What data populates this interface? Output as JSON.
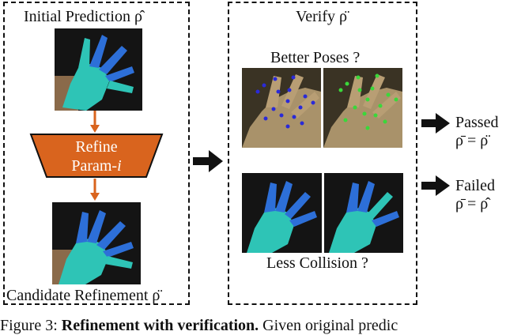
{
  "left_panel": {
    "title": "Initial Prediction ρ̂",
    "refine_line1": "Refine",
    "refine_line2": "Param-",
    "refine_italic": "i",
    "bottom_label": "Candidate Refinement ρ̈"
  },
  "middle_panel": {
    "title": "Verify ρ̈",
    "better_label": "Better Poses ?",
    "collision_label": "Less Collision ?"
  },
  "right_panel": {
    "passed_label": "Passed",
    "passed_eq": "ρ̄ = ρ̈",
    "failed_label": "Failed",
    "failed_eq": "ρ̄ = ρ̂"
  },
  "caption": {
    "prefix": "Figure 3: ",
    "bold": "Refinement with verification.",
    "rest": " Given original predic"
  },
  "colors": {
    "refine_fill": "#d9641e",
    "arrow_orange": "#d9641e",
    "mesh_cyan": "#2ec4b6",
    "mesh_blue": "#2d6fd8",
    "keypoint_blue": "#2a2ad8",
    "keypoint_green": "#3ad83a"
  }
}
